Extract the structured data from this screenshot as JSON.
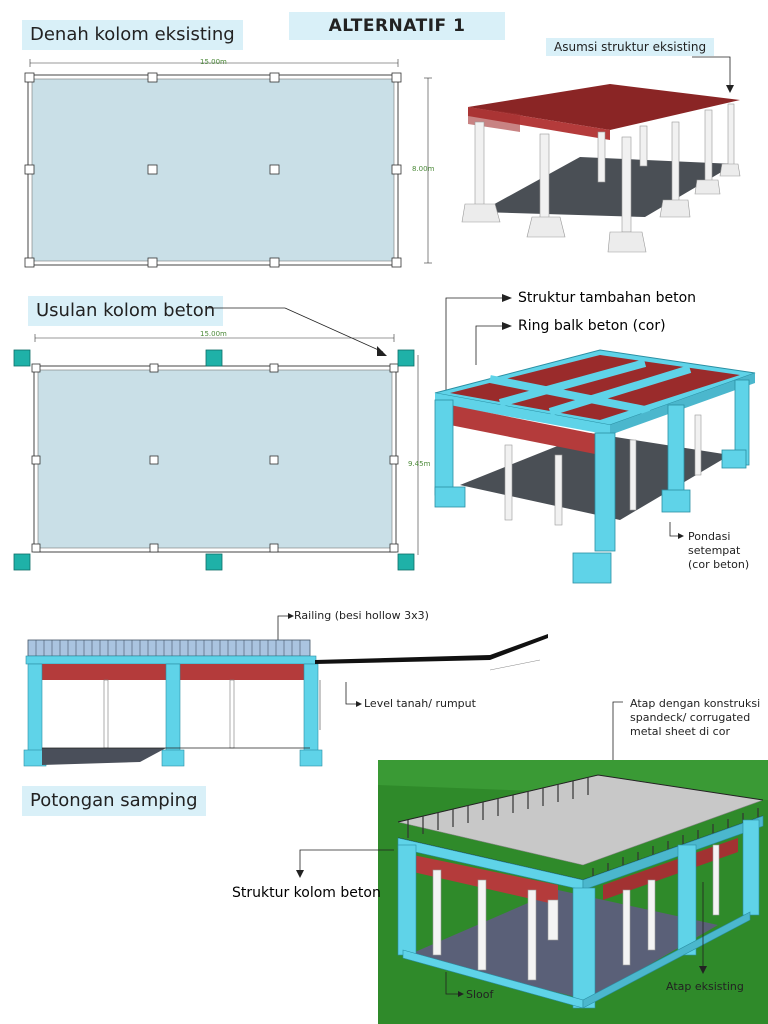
{
  "title": "ALTERNATIF 1",
  "sections": {
    "plan_existing": "Denah kolom eksisting",
    "plan_proposed": "Usulan kolom beton",
    "side_section": "Potongan samping"
  },
  "dimensions": {
    "existing_width": "15.00m",
    "existing_depth": "8.00m",
    "proposed_width": "15.00m",
    "proposed_depth": "9.45m"
  },
  "annotations": {
    "asumsi": "Asumsi struktur eksisting",
    "struktur_tambahan": "Struktur tambahan beton",
    "ring_balk": "Ring balk beton (cor)",
    "pondasi_1": "Pondasi",
    "pondasi_2": "setempat",
    "pondasi_3": "(cor beton)",
    "railing": "Railing (besi hollow 3x3)",
    "level_tanah": "Level tanah/ rumput",
    "atap_1": "Atap dengan konstruksi",
    "atap_2": "spandeck/ corrugated",
    "atap_3": "metal sheet di cor",
    "struktur_kolom": "Struktur kolom beton",
    "sloof": "Sloof",
    "atap_eksisting": "Atap eksisting"
  },
  "colors": {
    "label_bg": "#d9f0f8",
    "floor": "#c9dfe7",
    "concrete": "#5fd3e8",
    "roof_red": "#9a2b2b",
    "grass": "#2f8a2a"
  }
}
